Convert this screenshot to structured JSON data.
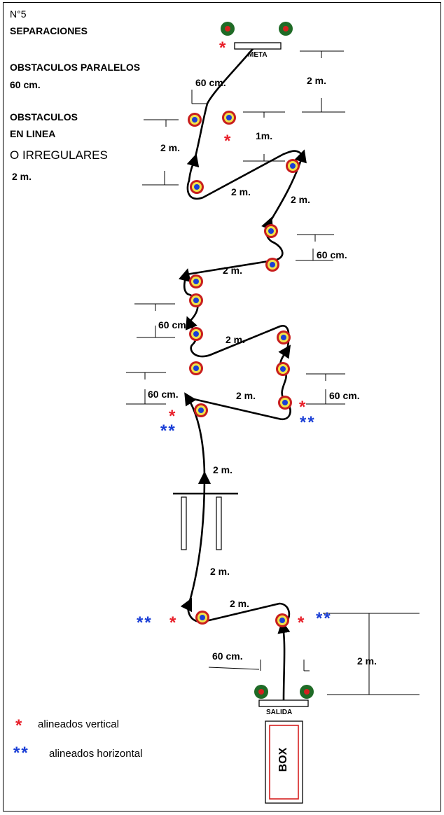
{
  "header": {
    "number": "N°5",
    "title": "SEPARACIONES",
    "parallel_label": "OBSTACULOS PARALELOS",
    "parallel_value": "60 cm.",
    "line_label_1": "OBSTACULOS",
    "line_label_2": "EN LINEA",
    "line_label_3": "O IRREGULARES",
    "line_value": "2 m."
  },
  "course": {
    "finish_label": "META",
    "start_label": "SALIDA",
    "box_label": "BOX",
    "dimensions": {
      "d_top_60": "60 cm.",
      "d_top_2m_right": "2 m.",
      "d_top_2m_left": "2 m.",
      "d_top_1m": "1m.",
      "d_zig1": "2 m.",
      "d_zig1_right": "2 m.",
      "d_60_right1": "60 cm.",
      "d_zig2": "2 m.",
      "d_60_left1": "60 cm",
      "d_zig3": "2 m.",
      "d_60_left2": "60 cm.",
      "d_zig4": "2 m.",
      "d_60_right2": "60 cm.",
      "d_straight1": "2 m.",
      "d_straight2": "2 m.",
      "d_bottom_zig": "2 m.",
      "d_bottom_60": "60 cm.",
      "d_bottom_2m": "2 m."
    },
    "markers": {
      "vertical_star": "*",
      "horizontal_stars": "**"
    }
  },
  "legend": {
    "vertical_symbol": "*",
    "vertical_text": "alineados vertical",
    "horizontal_symbol": "**",
    "horizontal_text": "alineados horizontal"
  },
  "colors": {
    "path": "#000000",
    "cone_outer": "#c81e1e",
    "cone_ring": "#f2e24a",
    "cone_center": "#1b3fd6",
    "gate_outer": "#1f6b26",
    "gate_center": "#d6201f",
    "star_red": "#e8202a",
    "star_blue": "#1b3fd6"
  }
}
